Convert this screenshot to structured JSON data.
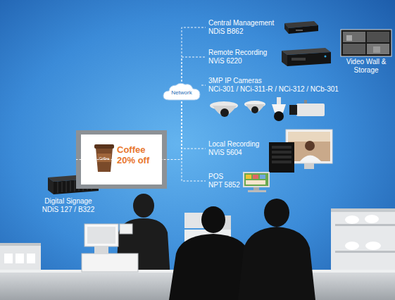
{
  "diagram": {
    "nodes": [
      {
        "text": [
          "Network"
        ]
      },
      {
        "text": [
          "Central Management",
          "NDiS B862"
        ]
      },
      {
        "text": [
          "Remote Recording",
          "NViS 6220"
        ]
      },
      {
        "text": [
          "3MP IP Cameras",
          "NCi-301 / NCi-311-R / NCi-312 / NCb-301"
        ]
      },
      {
        "text": [
          "Local Recording",
          "NViS 5604"
        ]
      },
      {
        "text": [
          "POS",
          "NPT 5852"
        ]
      },
      {
        "text": [
          "Coffee 20% off"
        ]
      }
    ],
    "edges": [
      {
        "from": 0,
        "to": 1,
        "arrow": "none"
      },
      {
        "from": 0,
        "to": 2,
        "arrow": "none"
      },
      {
        "from": 0,
        "to": 3,
        "arrow": "none"
      },
      {
        "from": 0,
        "to": 4,
        "arrow": "none"
      },
      {
        "from": 0,
        "to": 5,
        "arrow": "none"
      },
      {
        "from": 0,
        "to": 6,
        "arrow": "none"
      }
    ],
    "labels": [
      "Video Wall & Storage",
      "Digital Signage",
      "NDiS 127 / B322",
      "Coffee"
    ]
  }
}
